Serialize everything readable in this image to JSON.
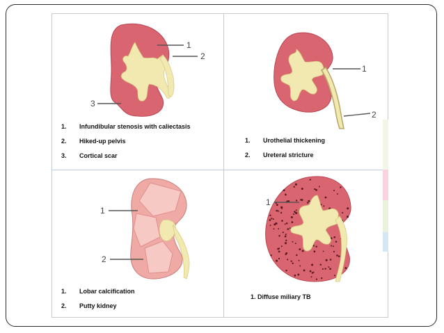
{
  "colors": {
    "cortex": "#d96570",
    "cortex_dark": "#b84552",
    "pelvis": "#f2e9b0",
    "pelvis_stroke": "#d8cc86",
    "calcified": "#f0aaa6",
    "calcified_light": "#f7c9c4",
    "miliary_dot": "#5a1a22"
  },
  "panels": [
    {
      "callouts": [
        "1",
        "2",
        "3"
      ],
      "legend": [
        {
          "num": "1.",
          "text": "Infundibular stenosis with caliectasis"
        },
        {
          "num": "2.",
          "text": "Hiked-up pelvis"
        },
        {
          "num": "3.",
          "text": "Cortical scar"
        }
      ]
    },
    {
      "callouts": [
        "1",
        "2"
      ],
      "legend": [
        {
          "num": "1.",
          "text": "Urothelial thickening"
        },
        {
          "num": "2.",
          "text": "Ureteral stricture"
        }
      ]
    },
    {
      "callouts": [
        "1",
        "2"
      ],
      "legend": [
        {
          "num": "1.",
          "text": "Lobar calcification"
        },
        {
          "num": "2.",
          "text": "Putty kidney"
        }
      ]
    },
    {
      "callouts": [
        "1"
      ],
      "legend": [
        {
          "num": "",
          "text": "1. Diffuse miliary TB"
        }
      ]
    }
  ]
}
